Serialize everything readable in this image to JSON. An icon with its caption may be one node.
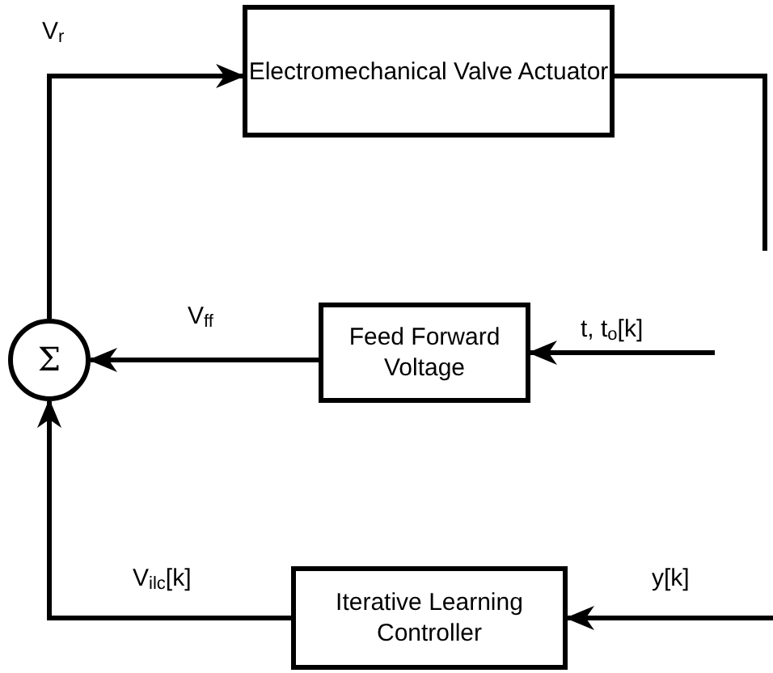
{
  "diagram": {
    "nodes": [
      {
        "text": [
          "Electromechanical Valve Actuator"
        ]
      },
      {
        "text": [
          "Σ"
        ]
      },
      {
        "text": [
          "Feed Forward Voltage"
        ]
      },
      {
        "text": [
          "Iterative Learning Controller"
        ]
      }
    ],
    "edges": [
      {
        "from": 1,
        "to": 0,
        "arrow": "to",
        "label": "V$_{r}$"
      },
      {
        "from": 0,
        "to": null,
        "arrow": "none"
      },
      {
        "from": 2,
        "to": 1,
        "arrow": "to",
        "label": "V$_{ff}$"
      },
      {
        "from": null,
        "to": 2,
        "arrow": "to",
        "label": "t, t$_{o}$[k]"
      },
      {
        "from": 3,
        "to": 1,
        "arrow": "to",
        "label": "V$_{ilc}$[k]"
      },
      {
        "from": null,
        "to": 3,
        "arrow": "to",
        "label": "y[k]"
      }
    ]
  }
}
